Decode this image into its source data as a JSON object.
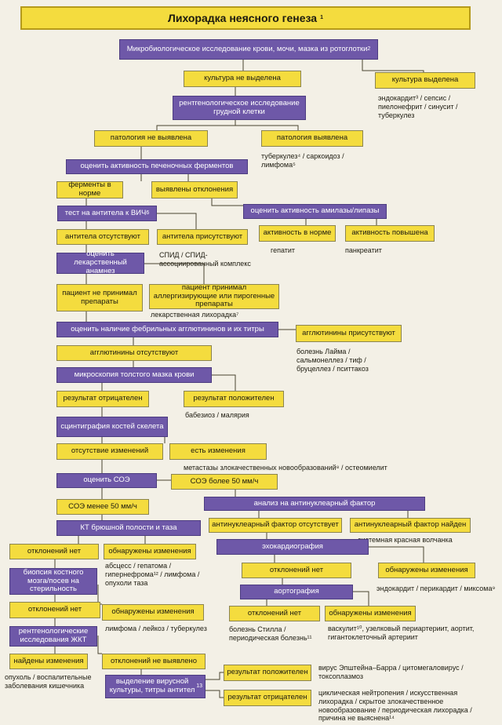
{
  "title": "Лихорадка неясного генеза",
  "title_ref": "1",
  "boxes": {
    "micro": {
      "text": "Микробиологическое исследование крови,  мочи, мазка из ротоглотки",
      "ref": "2"
    },
    "cult_neg": {
      "text": "культура не выделена"
    },
    "cult_pos": {
      "text": "культура выделена"
    },
    "xray": {
      "text": "рентгенологическое исследование грудной клетки"
    },
    "path_neg": {
      "text": "патология не выявлена"
    },
    "path_pos": {
      "text": "патология выявлена"
    },
    "liver": {
      "text": "оценить активность печеночных ферментов"
    },
    "enz_norm": {
      "text": "ферменты в норме"
    },
    "enz_abn": {
      "text": "выявлены отклонения"
    },
    "amylase": {
      "text": "оценить активность амилазы/липазы"
    },
    "hiv": {
      "text": "тест на антитела к ВИЧ",
      "ref": "6"
    },
    "amyl_norm": {
      "text": "активность в норме"
    },
    "amyl_high": {
      "text": "активность повышена"
    },
    "ab_neg": {
      "text": "антитела отсутствуют"
    },
    "ab_pos": {
      "text": "антитела присутствуют"
    },
    "drug": {
      "text": "оценить лекарственный анамнез"
    },
    "no_drug": {
      "text": "пациент не принимал препараты"
    },
    "yes_drug": {
      "text": "пациент принимал аллергизирующие или пирогенные препараты"
    },
    "aggl": {
      "text": "оценить наличие фебрильных агглютининов и их титры"
    },
    "aggl_pos": {
      "text": "агглютинины присутствуют"
    },
    "aggl_neg": {
      "text": "агглютинины отсутствуют"
    },
    "smear": {
      "text": "микроскопия толстого мазка крови"
    },
    "smear_neg": {
      "text": "результат отрицателен"
    },
    "smear_pos": {
      "text": "результат положителен"
    },
    "scint": {
      "text": "сцинтиграфия костей скелета"
    },
    "scint_none": {
      "text": "отсутствие изменений"
    },
    "scint_yes": {
      "text": "есть изменения"
    },
    "esr": {
      "text": "оценить СОЭ"
    },
    "esr_hi": {
      "text": "СОЭ более 50 мм/ч"
    },
    "esr_lo": {
      "text": "СОЭ менее 50 мм/ч"
    },
    "ana": {
      "text": "анализ на антинуклеарный фактор"
    },
    "ct": {
      "text": "КТ брюшной полости и таза"
    },
    "ana_neg": {
      "text": "антинуклеарный фактор отсутствует"
    },
    "ana_pos": {
      "text": "антинуклеарный фактор найден"
    },
    "ct_neg": {
      "text": "отклонений нет"
    },
    "ct_pos": {
      "text": "обнаружены изменения"
    },
    "echo": {
      "text": "эхокардиография"
    },
    "biopsy": {
      "text": "биопсия костного мозга/посев на стерильность"
    },
    "echo_neg": {
      "text": "отклонений нет"
    },
    "echo_pos": {
      "text": "обнаружены изменения"
    },
    "aorto": {
      "text": "аортография"
    },
    "bio_neg": {
      "text": "отклонений нет"
    },
    "bio_pos": {
      "text": "обнаружены изменения"
    },
    "aorto_neg": {
      "text": "отклонений нет"
    },
    "aorto_pos": {
      "text": "обнаружены изменения"
    },
    "gi": {
      "text": "рентгенологические исследования ЖКТ"
    },
    "gi_pos": {
      "text": "найдены изменения"
    },
    "gi_neg": {
      "text": "отклонений не выявлено"
    },
    "viral": {
      "text": "выделение вирусной культуры, титры антител",
      "ref": "13"
    },
    "vir_pos": {
      "text": "результат положителен"
    },
    "vir_neg": {
      "text": "результат отрицателен"
    }
  },
  "notes": {
    "n_cult": "эндокардит³ / сепсис / пиелонефрит / синусит / туберкулез",
    "n_path": "туберкулез⁴ / саркоидоз / лимфома⁵",
    "n_hepat": "гепатит",
    "n_pancr": "панкреатит",
    "n_aids": "СПИД / СПИД-ассоциированный комплекс",
    "n_drug": "лекарственная лихорадка⁷",
    "n_aggl": "болезнь Лайма / сальмонеллез / тиф / бруцеллез / пситтакоз",
    "n_smear": "бабезиоз / малярия",
    "n_scint": "метастазы злокачественных новообразований⁸ / остеомиелит",
    "n_sle": "системная красная волчанка",
    "n_ct": "абсцесс / гепатома / гипернефрома¹² / лимфома / опухоли таза",
    "n_echo": "эндокардит / перикардит / миксома⁹",
    "n_bio": "лимфома / лейкоз / туберкулез",
    "n_still": "болезнь Стилла / периодическая болезнь¹¹",
    "n_vasc": "васкулит¹⁰, узелковый периартериит, аортит, гигантоклеточный артериит",
    "n_gi": "опухоль / воспалительные заболевания кишечника",
    "n_vir": "вирус Эпштейна–Барра / цитомегаловирус / токсоплазмоз",
    "n_final": "циклическая нейтропения / искусственная лихорадка / скрытое злокачественное новообразование / периодическая лихорадка / причина не выяснена¹⁴"
  }
}
